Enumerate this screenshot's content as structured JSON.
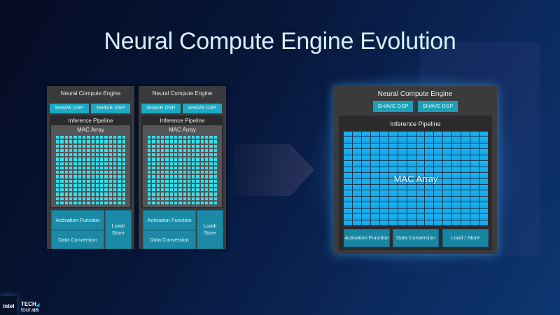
{
  "slide": {
    "title": "Neural Compute Engine Evolution",
    "colors": {
      "background": "#071639",
      "panel": "#3b3b3d",
      "shave_dsp": "#1ba9c4",
      "small_mac_cell": "#2ee3ee",
      "big_mac_cell": "#1ab8f2",
      "function_block": "#1a8aa6"
    }
  },
  "before": {
    "engines": [
      {
        "title": "Neural Compute Engine",
        "shave": [
          "SHAVE DSP",
          "SHAVE DSP"
        ],
        "pipeline_label": "Inference Pipeline",
        "mac_label": "MAC Array",
        "mac_grid": {
          "cols": 16,
          "rows": 16
        },
        "activation": "Activation Function",
        "conversion": "Data Conversion",
        "load_store": "Load/ Store"
      },
      {
        "title": "Neural Compute Engine",
        "shave": [
          "SHAVE DSP",
          "SHAVE DSP"
        ],
        "pipeline_label": "Inference Pipeline",
        "mac_label": "MAC Array",
        "mac_grid": {
          "cols": 16,
          "rows": 16
        },
        "activation": "Activation Function",
        "conversion": "Data Conversion",
        "load_store": "Load/ Store"
      }
    ]
  },
  "after": {
    "title": "Neural Compute Engine",
    "shave": [
      "SHAVE DSP",
      "SHAVE DSP"
    ],
    "pipeline_label": "Inference Pipeline",
    "mac_label": "MAC Array",
    "mac_grid": {
      "cols": 16,
      "rows": 16
    },
    "blocks": [
      "Activation Function",
      "Data Conversion",
      "Load / Store"
    ]
  },
  "branding": {
    "intel": "intel",
    "tech": "TECH",
    "tour": "tour",
    "us": ".us"
  }
}
